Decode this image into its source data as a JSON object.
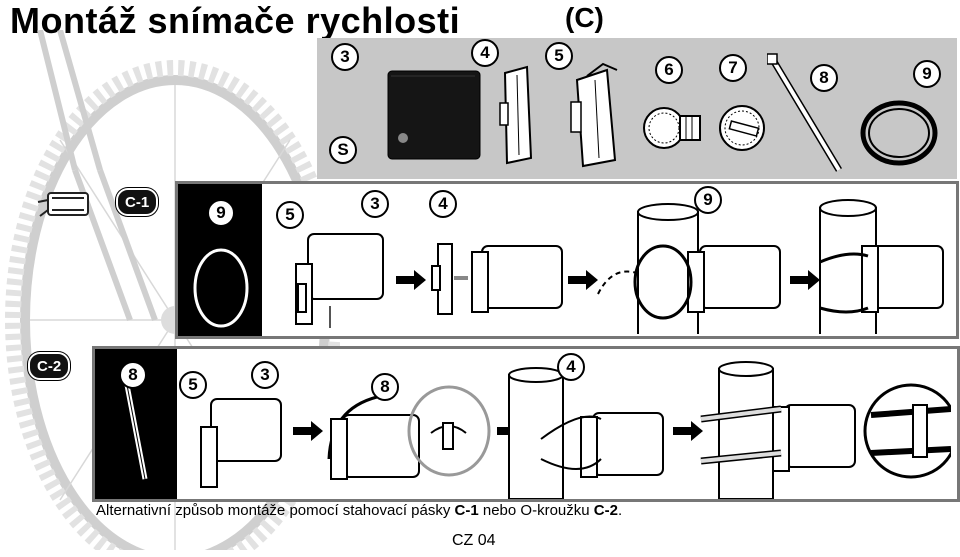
{
  "title": "Montáž snímače rychlosti",
  "section": "(C)",
  "parts": {
    "labels": [
      "3",
      "4",
      "5",
      "6",
      "7",
      "8",
      "9",
      "S"
    ]
  },
  "steps": {
    "c1": "C-1",
    "c2": "C-2",
    "c1_labels": [
      "9",
      "5",
      "3",
      "4",
      "9"
    ],
    "c2_labels": [
      "8",
      "5",
      "3",
      "8",
      "4"
    ]
  },
  "caption": {
    "prefix": "Alternativní způsob montáže pomocí stahovací pásky ",
    "ref1": "C-1",
    "middle": " nebo O-kroužku ",
    "ref2": "C-2",
    "suffix": "."
  },
  "page_number": "CZ 04"
}
